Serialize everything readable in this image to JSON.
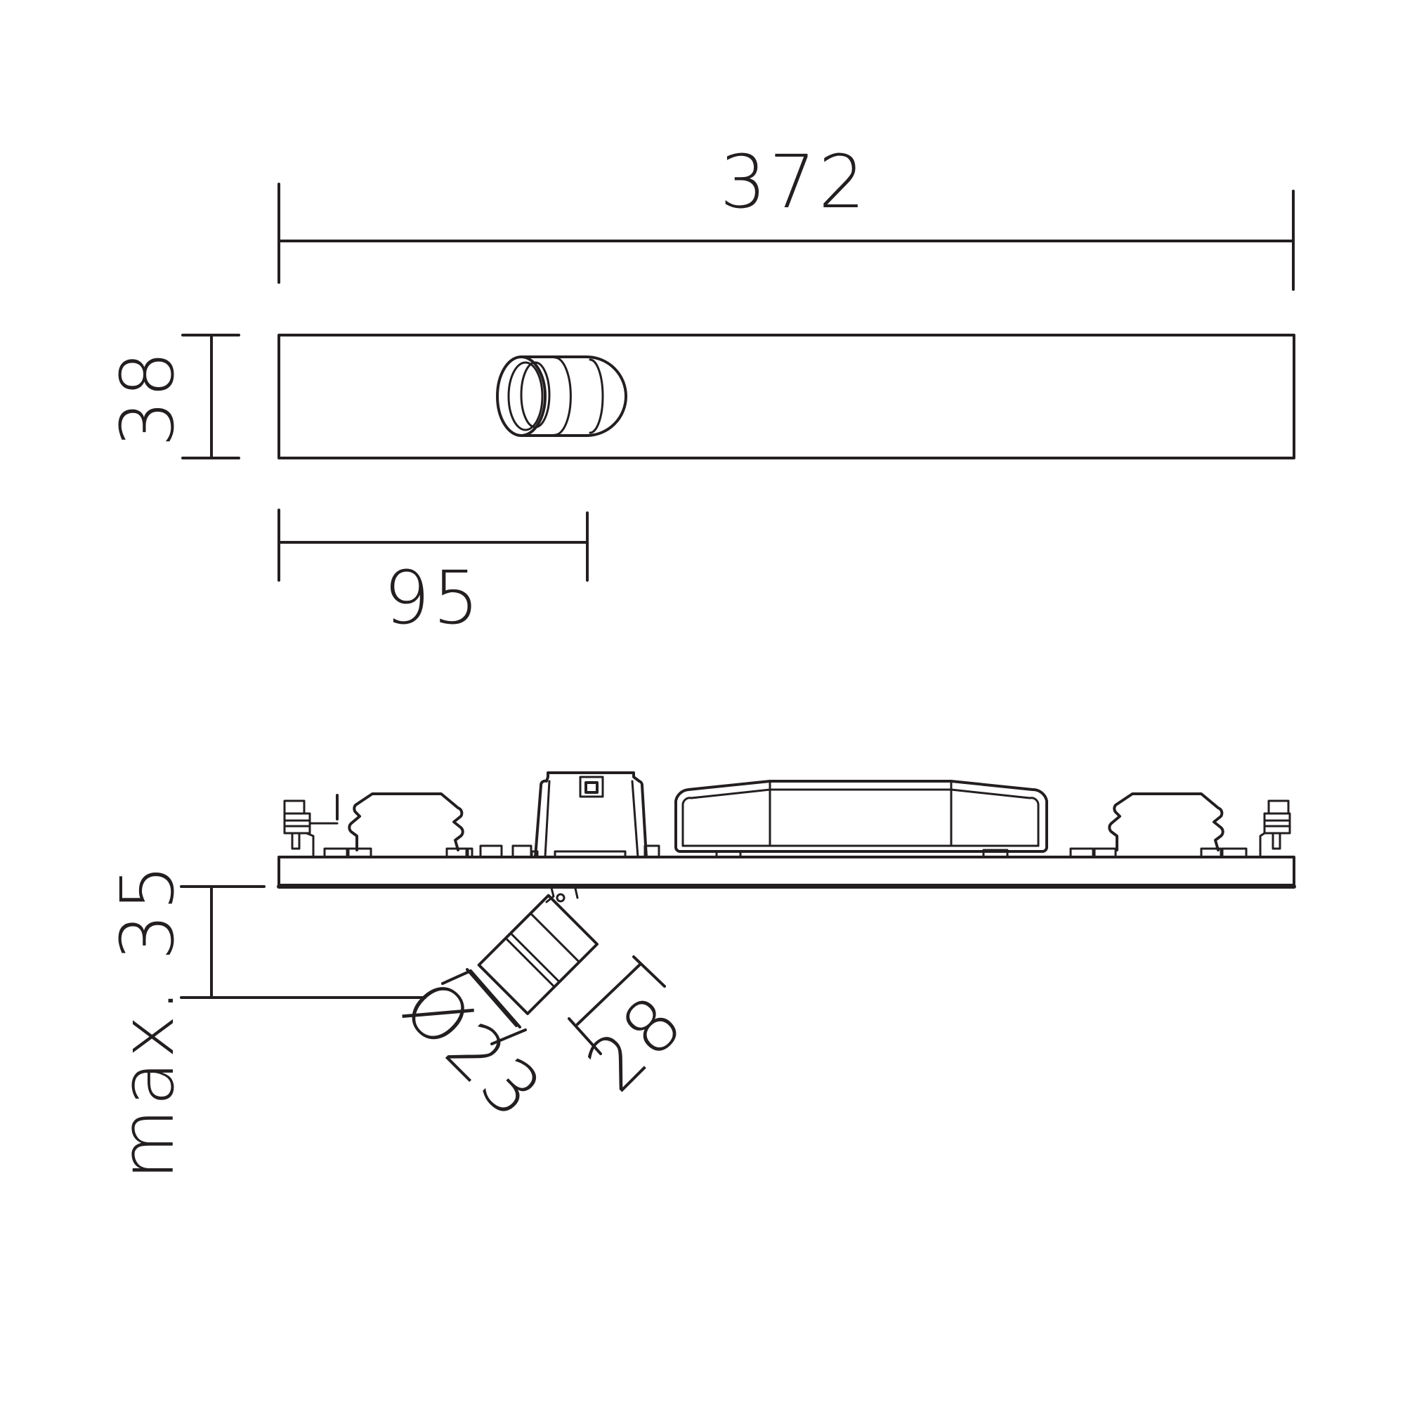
{
  "dimensions": {
    "total_length": "372",
    "height": "38",
    "spot_offset": "95",
    "max_protrusion": "max. 35",
    "spot_diameter": "Ø23",
    "spot_length": "28"
  },
  "colors": {
    "line": "#231f20",
    "background": "#ffffff"
  }
}
